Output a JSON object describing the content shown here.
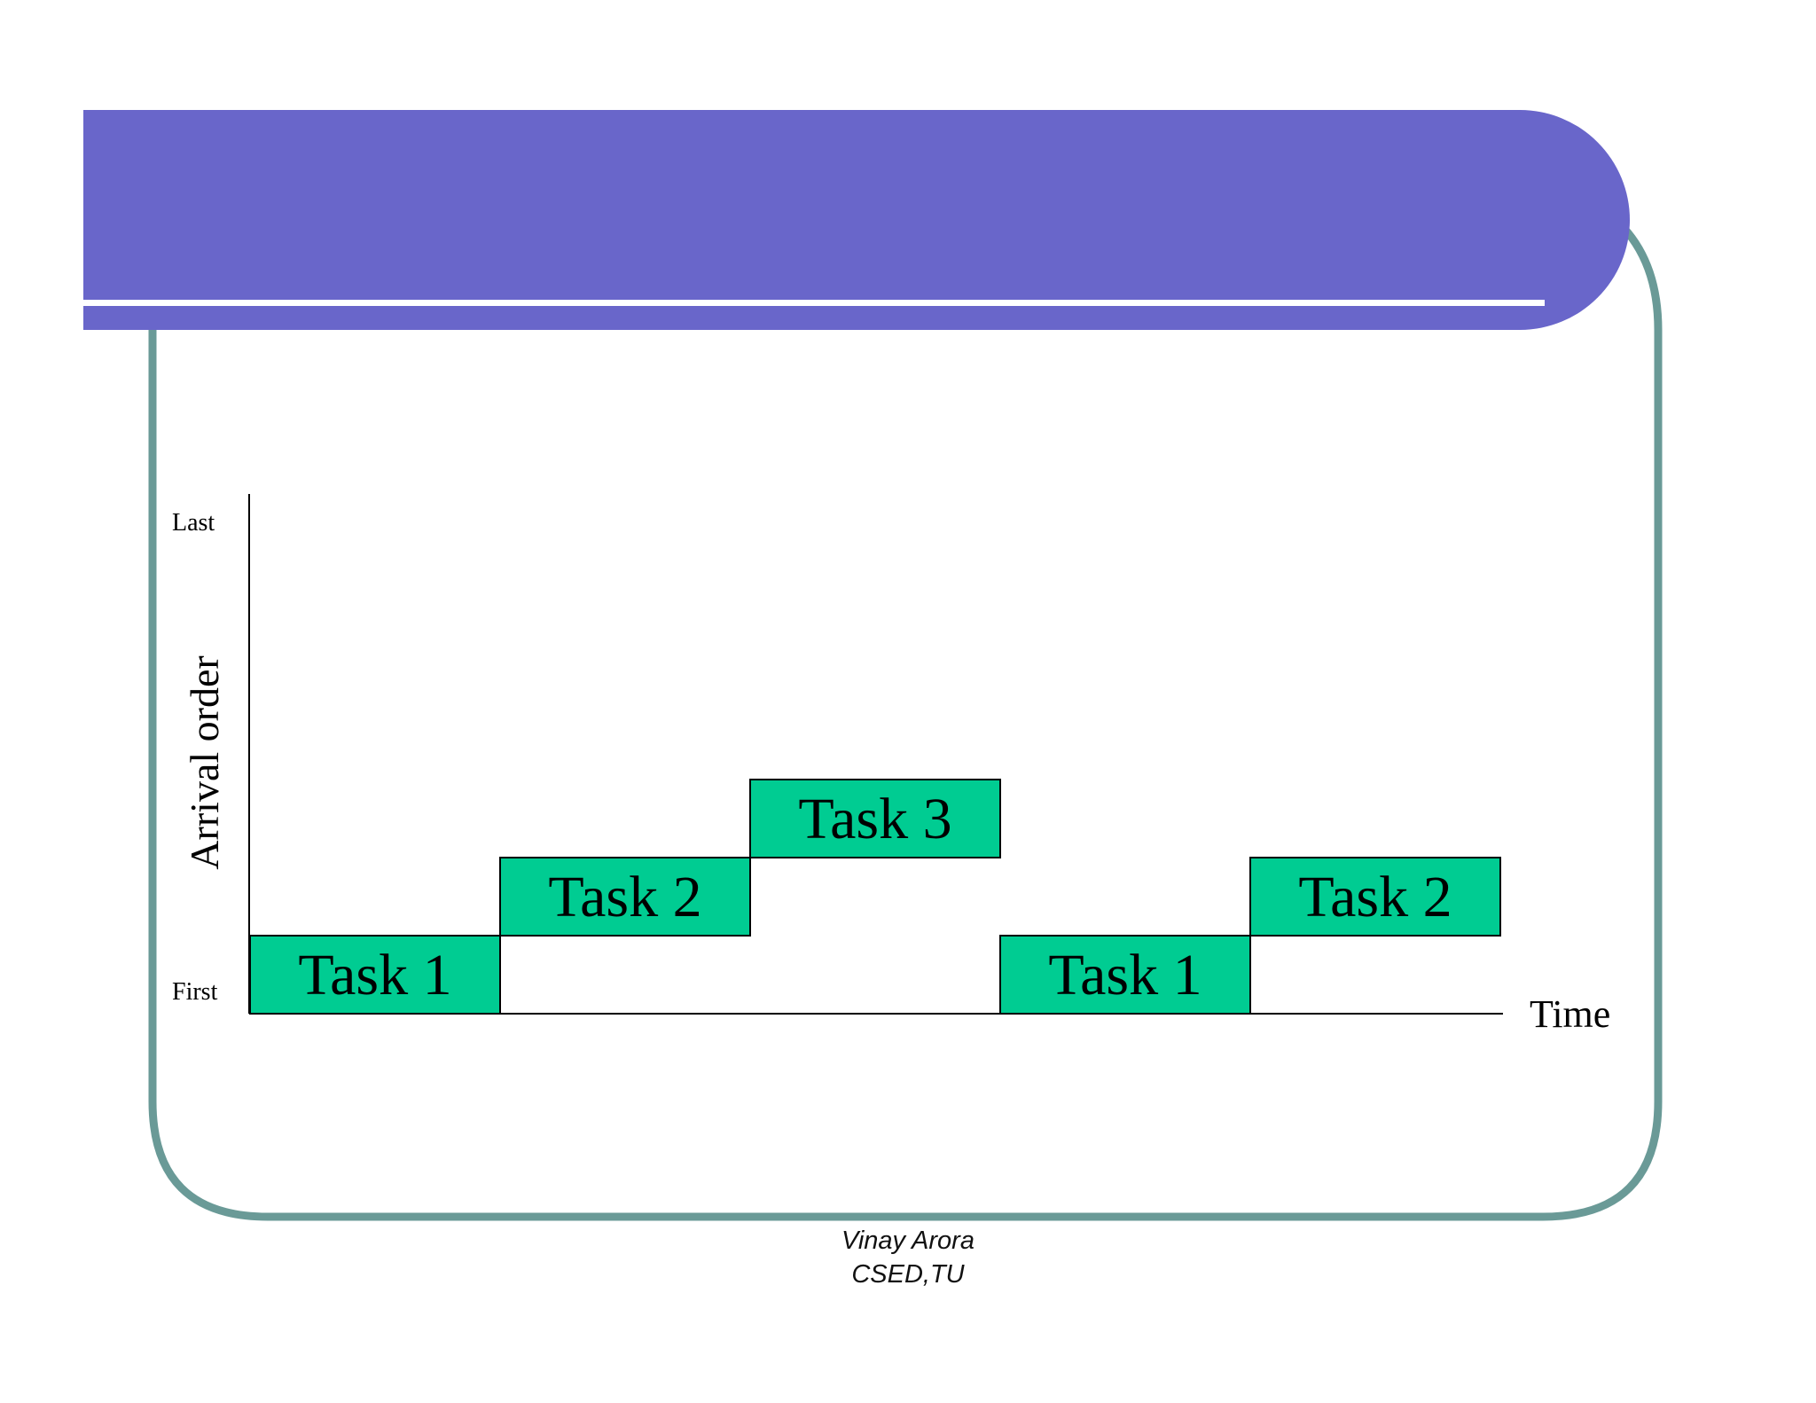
{
  "slide": {
    "header_color": "#6966CA",
    "frame_color": "#6A9A97",
    "task_fill": "#00CC92"
  },
  "diagram": {
    "y_axis": {
      "label": "Arrival order",
      "top_label": "Last",
      "bottom_label": "First"
    },
    "x_axis": {
      "label": "Time"
    },
    "tasks": [
      {
        "label": "Task 1",
        "slot": 0,
        "level": 0
      },
      {
        "label": "Task 2",
        "slot": 1,
        "level": 1
      },
      {
        "label": "Task 3",
        "slot": 2,
        "level": 2
      },
      {
        "label": "Task 1",
        "slot": 3,
        "level": 0
      },
      {
        "label": "Task 2",
        "slot": 4,
        "level": 1
      }
    ]
  },
  "footer": {
    "author": "Vinay Arora",
    "affiliation": "CSED,TU"
  }
}
